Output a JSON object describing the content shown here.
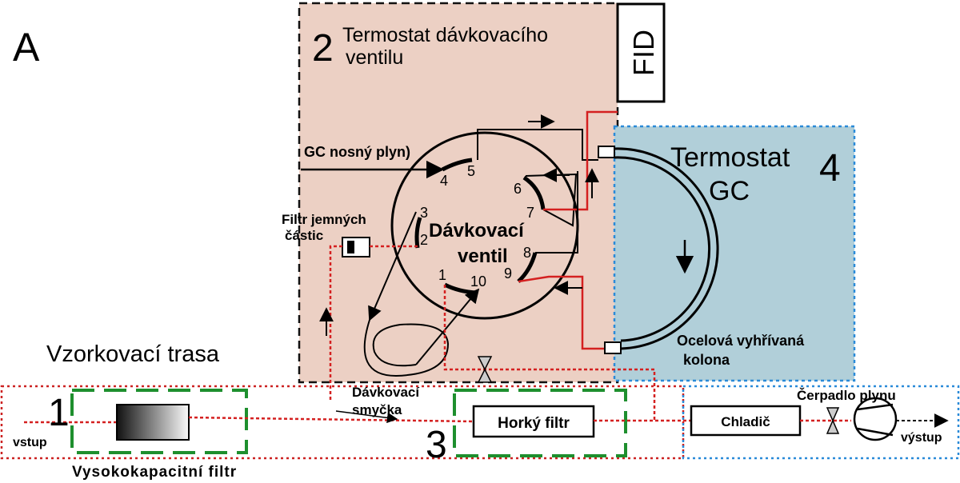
{
  "panel_letter": "A",
  "zones": {
    "valve_thermostat": {
      "number": "2",
      "title_line1": "Termostat dávkovacího",
      "title_line2": "ventilu",
      "fill": "#ecd0c4"
    },
    "gc_thermostat": {
      "number": "4",
      "title_line1": "Termostat",
      "title_line2": "GC",
      "fill": "#b1cfd9"
    },
    "sampling_line": {
      "number": "1",
      "title": "Vzorkovací trasa"
    },
    "hot_filter_zone": {
      "number": "3"
    }
  },
  "components": {
    "fid": "FID",
    "valve_label_line1": "Dávkovací",
    "valve_label_line2": "ventil",
    "hot_filter": "Horký filtr",
    "cooler": "Chladič",
    "high_capacity_filter": "Vysokokapacitní filtr",
    "fine_filter_line1": "Filtr jemných",
    "fine_filter_line2": "částic",
    "column_line1": "Ocelová vyhřívaná",
    "column_line2": "kolona",
    "sample_loop_line1": "Dávkovací",
    "sample_loop_line2": "smyčka",
    "pump": "Čerpadlo plynu",
    "carrier_gas": "GC nosný plyn)",
    "inlet": "vstup",
    "outlet": "výstup"
  },
  "ports": [
    "1",
    "2",
    "3",
    "4",
    "5",
    "6",
    "7",
    "8",
    "9",
    "10"
  ],
  "colors": {
    "line": "#000000",
    "heated_line": "#d42020",
    "hot_zone_border": "#1e8f2e",
    "sampling_border": "#cc2222",
    "gc_border": "#2a8ad8"
  }
}
